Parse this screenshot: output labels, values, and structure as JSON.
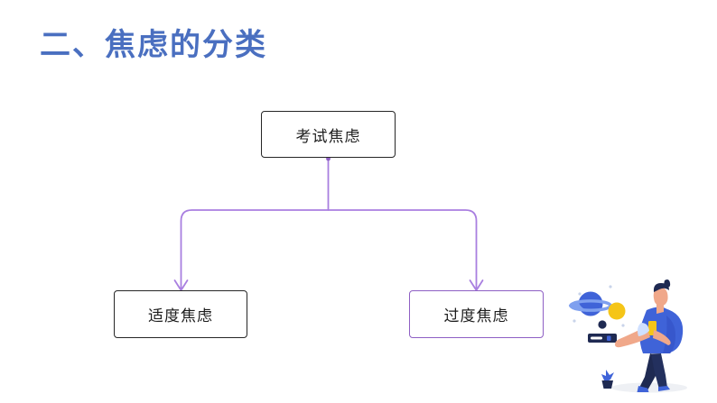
{
  "slide": {
    "title": "二、焦虑的分类",
    "background_color": "#ffffff",
    "title_color": "#4a6fc0"
  },
  "diagram": {
    "type": "tree",
    "connector_color": "#a97fe0",
    "nodes": [
      {
        "id": "root",
        "label": "考试焦虑",
        "border_color": "#262626",
        "text_color": "#1d1d1d"
      },
      {
        "id": "left",
        "label": "适度焦虑",
        "border_color": "#262626",
        "text_color": "#1d1d1d"
      },
      {
        "id": "right",
        "label": "过度焦虑",
        "border_color": "#8e5fc4",
        "text_color": "#1d1d1d"
      }
    ]
  },
  "illustration": {
    "name": "person-holding-device-illustration",
    "colors": {
      "hoodie_blue": "#3f63d8",
      "hoodie_blue_dark": "#2f4cc0",
      "pants_navy": "#1f2a52",
      "shoe_blue": "#3f63d8",
      "skin": "#f0a88a",
      "sun_yellow": "#f5c518",
      "planet_blue": "#3f63d8",
      "planet_ring": "#9bb8f2",
      "shadow_grey": "#eef0f4"
    }
  }
}
